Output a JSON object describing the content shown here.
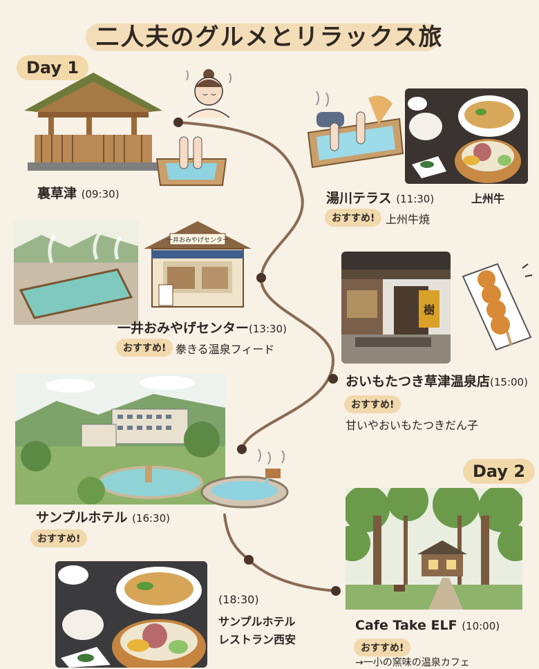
{
  "title": "二人夫のグルメとリラックス旅",
  "day1": "Day 1",
  "day2": "Day 2",
  "spots": {
    "urakusatsu": {
      "name": "裏草津",
      "time": "(09:30)"
    },
    "yukawa": {
      "name": "湯川テラス",
      "time": "(11:30)",
      "rec": "おすすめ!",
      "rec_text": "上州牛焼",
      "photo_label": "上州牛"
    },
    "omiyage": {
      "name": "一井おみやげセンター",
      "time": "(13:30)",
      "rec": "おすすめ!",
      "rec_text": "豢きる温泉フィード",
      "sign": "一井おみやげセンター"
    },
    "imomochi": {
      "name": "おいもたつき草津温泉店",
      "time": "(15:00)",
      "rec": "おすすめ!",
      "rec_text": "甘いやおいもたつきだん子",
      "noren": "樹"
    },
    "hotel": {
      "name": "サンプルホテル",
      "time": "(16:30)",
      "rec": "おすすめ!"
    },
    "restaurant": {
      "time": "(18:30)",
      "line1": "サンプルホテル",
      "line2": "レストラン西安"
    },
    "cafe": {
      "name": "Cafe Take ELF",
      "time": "(10:00)",
      "rec": "おすすめ!",
      "rec_text": "→一小の窯味の温泉カフェ"
    }
  }
}
